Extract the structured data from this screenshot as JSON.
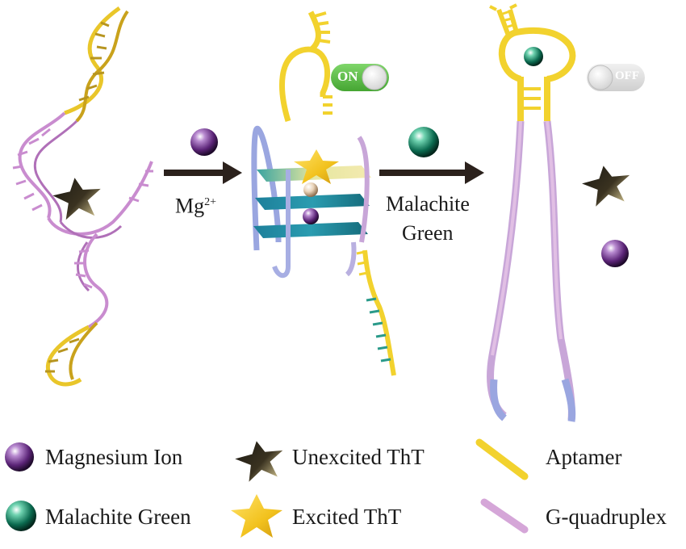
{
  "steps": {
    "step1_label": "Mg",
    "step1_superscript": "2+",
    "step2_line1": "Malachite",
    "step2_line2": "Green"
  },
  "switches": {
    "on_label": "ON",
    "off_label": "OFF"
  },
  "legend": {
    "magnesium": "Magnesium Ion",
    "malachite": "Malachite Green",
    "unexcited": "Unexcited ThT",
    "excited": "Excited ThT",
    "aptamer": "Aptamer",
    "gquad": "G-quadruplex"
  },
  "colors": {
    "aptamer": "#f2d22e",
    "gquadruplex": "#c79ad0",
    "magnesium": "#6b2f86",
    "malachite": "#0f7a5c",
    "switch_on": "#63bf4a",
    "switch_off": "#dcdcdc",
    "arrow": "#2b211c"
  }
}
